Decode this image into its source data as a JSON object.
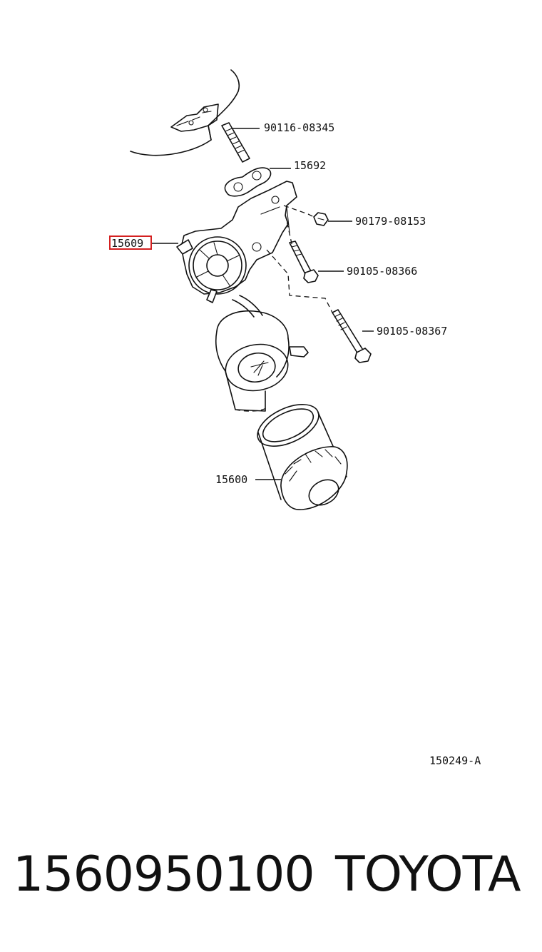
{
  "diagram": {
    "callouts": {
      "stud_bolt": "90116-08345",
      "gasket": "15692",
      "nut": "90179-08153",
      "bracket": "15609",
      "bolt_short": "90105-08366",
      "bolt_long": "90105-08367",
      "oil_filter": "15600"
    },
    "highlighted_part": "15609",
    "highlight_color": "#d42020",
    "figure_code": "150249-A"
  },
  "footer": {
    "part_number": "1560950100",
    "brand": "TOYOTA"
  }
}
